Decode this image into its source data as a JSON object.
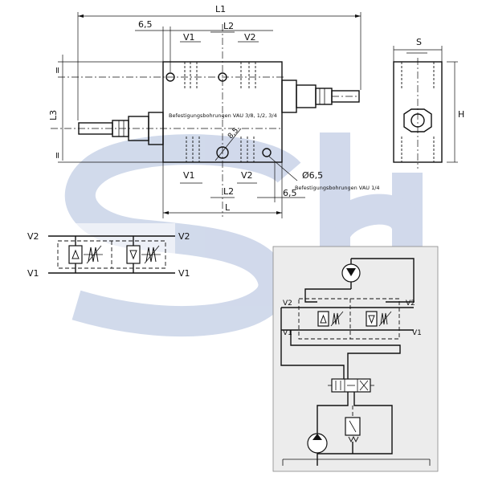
{
  "watermark": {
    "text": "SH",
    "color": "#c9d3e8"
  },
  "drawing": {
    "dim_L1": "L1",
    "dim_L2_top": "L2",
    "dim_L2_bottom": "L2",
    "dim_L": "L",
    "dim_L3": "L3",
    "dim_S": "S",
    "dim_H": "H",
    "dim_65_top": "6,5",
    "dim_65_right": "6,5",
    "dim_85": "8,5",
    "dim_diam": "Ø6,5",
    "port_v1_top": "V1",
    "port_v2_top": "V2",
    "port_v1_bottom": "V1",
    "port_v2_bottom": "V2",
    "note_holes_large": "Befestigungsbohrungen VAU 3/8, 1/2, 3/4",
    "note_holes_small": "Befestigungsbohrungen VAU 1/4",
    "eq_top": "=",
    "eq_bottom": "="
  },
  "symbol": {
    "v2_left": "V2",
    "v1_left": "V1",
    "v2_right": "V2",
    "v1_right": "V1"
  },
  "circuit": {
    "v2_left": "V2",
    "v1_left": "V1",
    "v2_right": "V2",
    "v1_right": "V1",
    "panel_color": "#ececec"
  }
}
